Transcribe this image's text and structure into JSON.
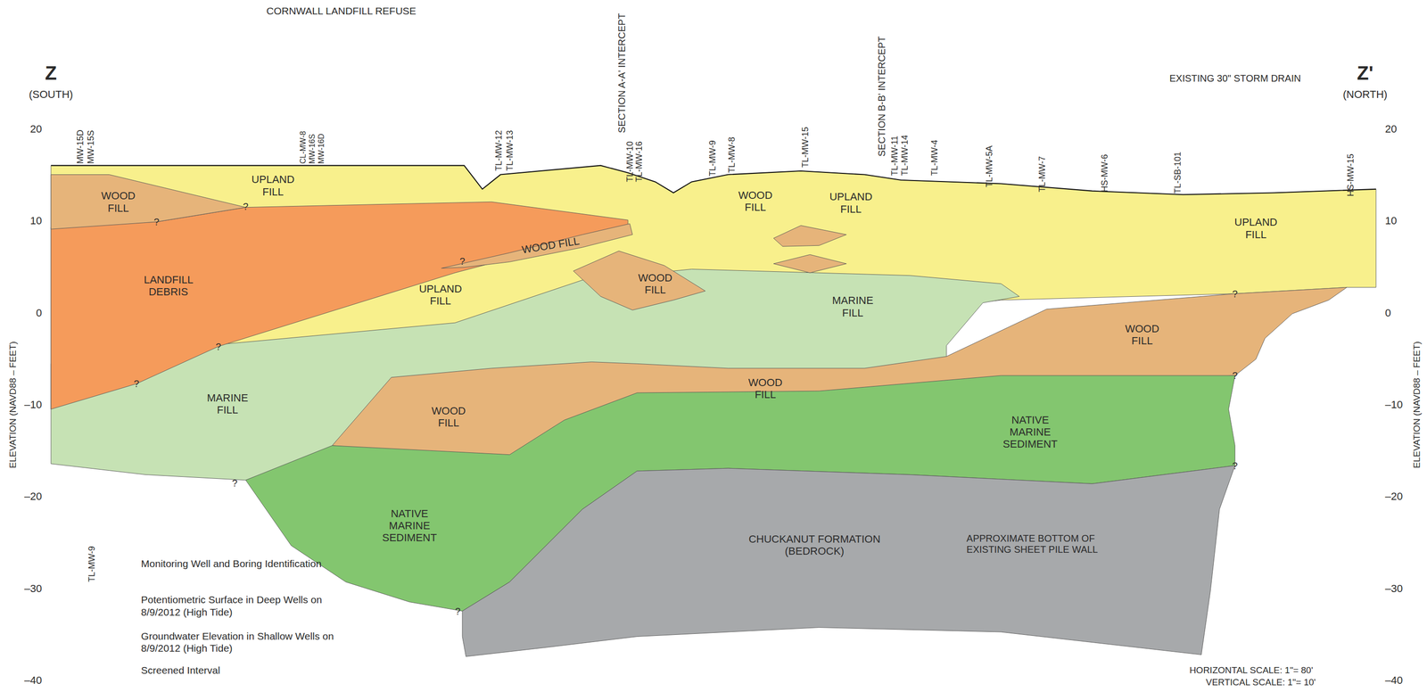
{
  "diagram": {
    "nodes": [
      {
        "text": [
          "WOOD FILL"
        ]
      },
      {
        "text": [
          "UPLAND FILL"
        ]
      },
      {
        "text": [
          "LANDFILL DEBRIS"
        ]
      },
      {
        "text": [
          "WOOD FILL"
        ]
      },
      {
        "text": [
          "UPLAND FILL"
        ]
      },
      {
        "text": [
          "WOOD FILL"
        ]
      },
      {
        "text": [
          "MARINE FILL"
        ]
      },
      {
        "text": [
          "WOOD FILL"
        ]
      },
      {
        "text": [
          "NATIVE MARINE SEDIMENT"
        ]
      },
      {
        "text": [
          "WOOD FILL"
        ]
      },
      {
        "text": [
          "UPLAND FILL"
        ]
      },
      {
        "text": [
          "MARINE FILL"
        ]
      },
      {
        "text": [
          "WOOD FILL"
        ]
      },
      {
        "text": [
          "CHUCKANUT FORMATION (BEDROCK)"
        ]
      },
      {
        "text": [
          "NATIVE MARINE SEDIMENT"
        ]
      },
      {
        "text": [
          "WOOD FILL"
        ]
      },
      {
        "text": [
          "UPLAND FILL"
        ]
      }
    ],
    "labels": [
      "CORNWALL LANDFILL REFUSE",
      "Z",
      "(SOUTH)",
      "Z'",
      "(NORTH)",
      "SECTION A-A' INTERCEPT",
      "SECTION B-B' INTERCEPT",
      "EXISTING 30\" STORM DRAIN",
      "MW-15D",
      "MW-15S",
      "CL-MW-8",
      "MW-16S",
      "MW-16D",
      "TL-MW-12",
      "TL-MW-13",
      "TL-MW-10",
      "TL-MW-16",
      "TL-MW-9",
      "TL-MW-8",
      "TL-MW-15",
      "TL-MW-11",
      "TL-MW-14",
      "TL-MW-4",
      "TL-MW-5A",
      "TL-MW-7",
      "HS-MW-6",
      "TL-SB-101",
      "HS-MW-15",
      "20",
      "10",
      "0",
      "–10",
      "–20",
      "–30",
      "–40",
      "20",
      "10",
      "0",
      "–10",
      "–20",
      "–30",
      "–40",
      "ELEVATION (NAVD88 – FEET)",
      "ELEVATION (NAVD88 – FEET)",
      "APPROXIMATE BOTTOM OF EXISTING SHEET PILE WALL",
      "HORIZONTAL SCALE: 1\"= 80'",
      "VERTICAL SCALE: 1\"= 10'",
      "TL-MW-9",
      "?",
      "?",
      "?",
      "?",
      "?",
      "?",
      "?",
      "?",
      "?",
      "?"
    ],
    "legend": [
      {
        "text": "Monitoring Well and Boring Identification"
      },
      {
        "text": "Potentiometric Surface in Deep Wells on 8/9/2012 (High Tide)"
      },
      {
        "text": "Groundwater Elevation in Shallow Wells on 8/9/2012 (High Tide)"
      },
      {
        "text": "Screened Interval"
      }
    ]
  }
}
